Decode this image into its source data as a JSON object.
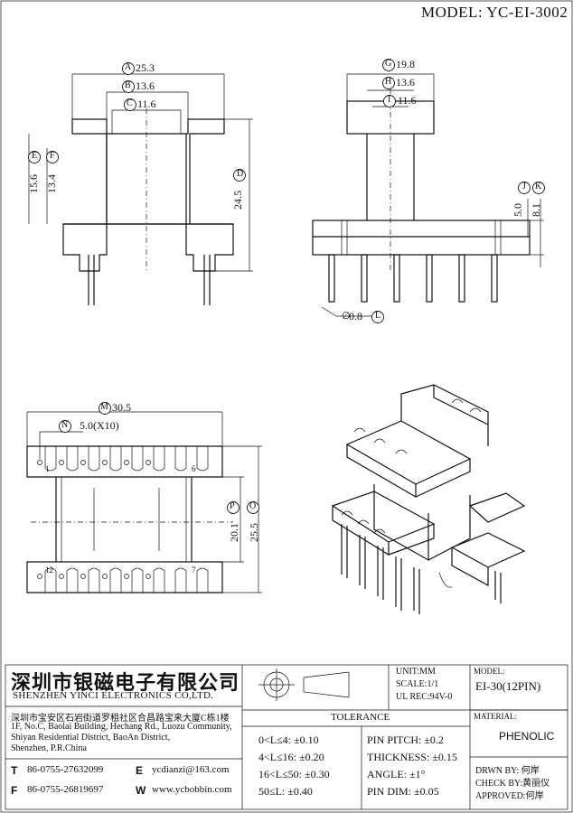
{
  "model_header": "MODEL: YC-EI-3002",
  "dimensions": {
    "A": "25.3",
    "B": "13.6",
    "C": "11.6",
    "D": "24.5",
    "E": "15.6",
    "F": "13.4",
    "G": "19.8",
    "H": "13.6",
    "I": "11.6",
    "J": "5.0",
    "K": "8.1",
    "L": "0.8",
    "M": "30.5",
    "N": "5.0(X10)",
    "P": "20.1",
    "O": "25.5"
  },
  "pin_labels": {
    "p1": "1",
    "p6": "6",
    "p12": "12",
    "p7": "7"
  },
  "dim_prefix": {
    "L": "∅"
  },
  "company": {
    "name_cn": "深圳市银磁电子有限公司",
    "name_en": "SHENZHEN YINCI ELECTRONICS CO,LTD.",
    "addr_cn": "深圳市宝安区石岩街道罗租社区合昌路宝来大厦C栋1楼",
    "addr_en_1": "1F, No.C, Baolai Building, Hechang Rd., Luozu Community,",
    "addr_en_2": "Shiyan Residential District, BaoAn District,",
    "addr_en_3": "Shenzhen, P.R.China",
    "tel_label": "T",
    "tel": "86-0755-27632099",
    "fax_label": "F",
    "fax": "86-0755-26819697",
    "email_label": "E",
    "email": "ycdianzi@163.com",
    "web_label": "W",
    "web": "www.ycbobbin.com"
  },
  "specs": {
    "unit": "UNIT:MM",
    "scale": "SCALE:1/1",
    "ul": "UL REC:94V-0"
  },
  "tolerance": {
    "title": "TOLERANCE",
    "rows": [
      "0<L≤4: ±0.10",
      "4<L≤16: ±0.20",
      "16<L≤50: ±0.30",
      "50≤L: ±0.40"
    ],
    "pins": [
      "PIN PITCH: ±0.2",
      "THICKNESS: ±0.15",
      "ANGLE: ±1°",
      "PIN DIM: ±0.05"
    ]
  },
  "model_box": {
    "label": "MODEL:",
    "value": "EI-30(12PIN)"
  },
  "material_box": {
    "label": "MATERIAL:",
    "value": "PHENOLIC"
  },
  "approvals": {
    "drawn": "DRWN BY: 何岸",
    "check": "CHECK BY:黄丽仪",
    "approved": "APPROVED:何岸"
  }
}
